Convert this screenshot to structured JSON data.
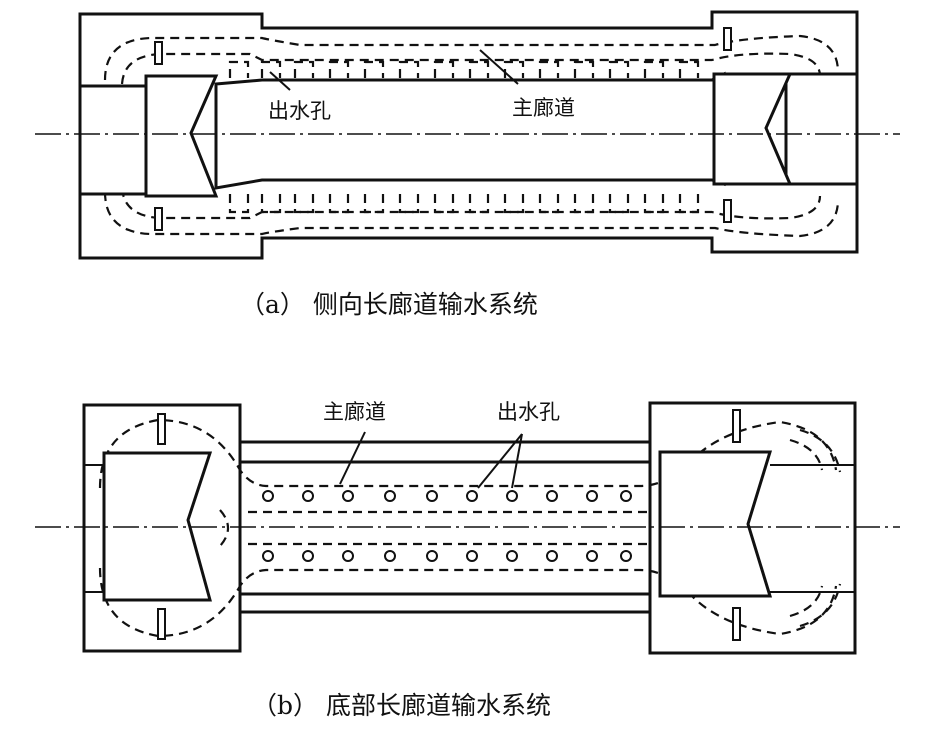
{
  "diagram_a": {
    "caption": "（a） 侧向长廊道输水系统",
    "label_outlet": "出水孔",
    "label_gallery": "主廊道"
  },
  "diagram_b": {
    "caption": "（b） 底部长廊道输水系统",
    "label_gallery": "主廊道",
    "label_outlet": "出水孔"
  },
  "colors": {
    "line": "#111111",
    "background": "#ffffff"
  }
}
